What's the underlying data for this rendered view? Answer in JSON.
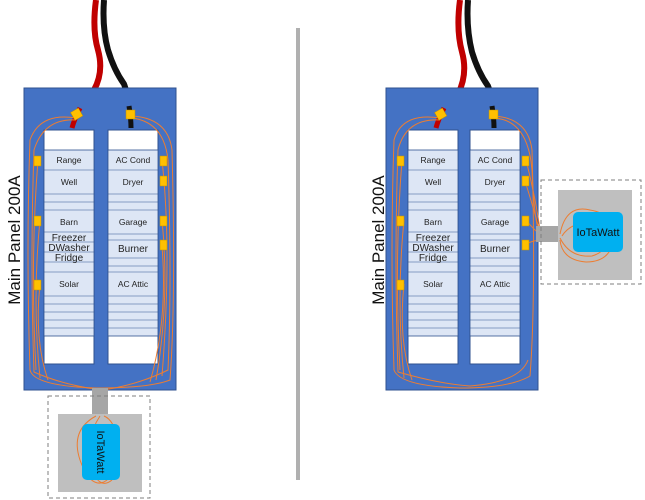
{
  "panel_label": "Main Panel 200A",
  "device_label": "IoTaWatt",
  "colors": {
    "panel": "#4472c4",
    "panel_border": "#2f528f",
    "divider": "#b0b0b0",
    "wire_hot": "#c00000",
    "wire_black": "#111111",
    "ct": "#ffc000",
    "ct_wire": "#ed7d31",
    "device": "#00b0f0",
    "enclosure": "#bfbfbf",
    "breaker_fill": "#dde6f5"
  },
  "left_column": [
    "Range",
    "Well",
    "Barn",
    "Freezer",
    "DWasher",
    "Fridge",
    "Solar"
  ],
  "right_column": [
    "AC Cond",
    "Dryer",
    "Garage",
    "Burner",
    "AC Attic"
  ],
  "right_panel_left_column": [
    "Range",
    "Well",
    "Barn",
    "Freezer",
    "DWasher",
    "Fridge",
    "Solar"
  ],
  "right_panel_right_column": [
    "AC Cond",
    "Dryer",
    "Garage",
    "Burner",
    "AC Attic"
  ]
}
